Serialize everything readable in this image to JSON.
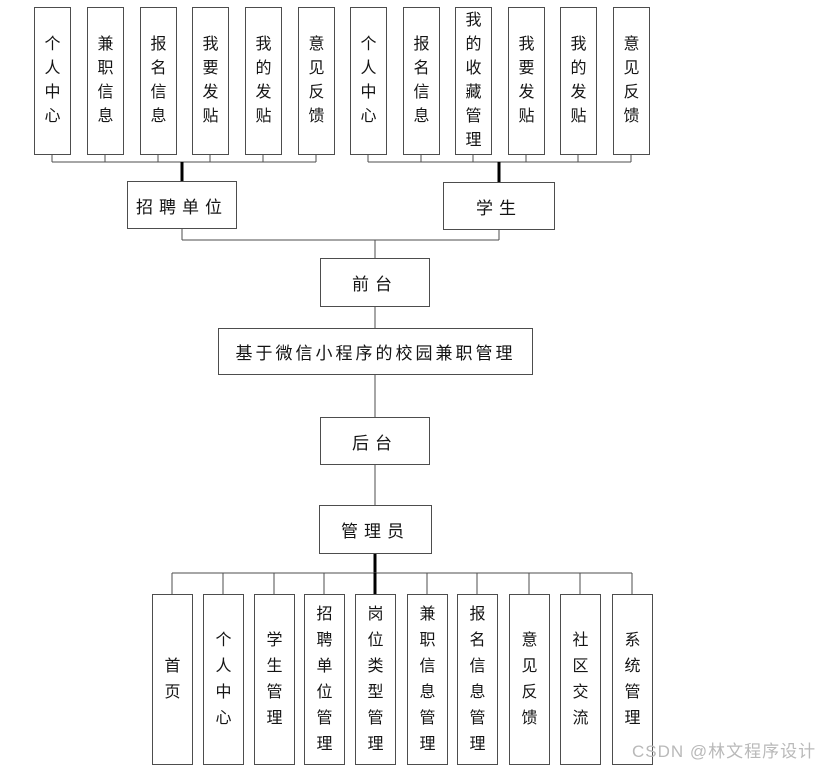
{
  "nodes": {
    "title": "基于微信小程序的校园兼职管理",
    "front_desk": "前台",
    "back_desk": "后台",
    "recruiter": "招聘单位",
    "student": "学生",
    "admin": "管理员"
  },
  "recruiter_features": [
    "个人中心",
    "兼职信息",
    "报名信息",
    "我要发贴",
    "我的发贴",
    "意见反馈"
  ],
  "student_features": [
    "个人中心",
    "报名信息",
    "我的收藏管理",
    "我要发贴",
    "我的发贴",
    "意见反馈"
  ],
  "admin_features": [
    "首页",
    "个人中心",
    "学生管理",
    "招聘单位管理",
    "岗位类型管理",
    "兼职信息管理",
    "报名信息管理",
    "意见反馈",
    "社区交流",
    "系统管理"
  ],
  "watermark": "CSDN @林文程序设计",
  "colors": {
    "background": "#ffffff",
    "box_border": "#4d4d4d",
    "line": "#4d4d4d",
    "thick_line": "#000000",
    "text": "#141414",
    "watermark": "#b9b9b9"
  }
}
